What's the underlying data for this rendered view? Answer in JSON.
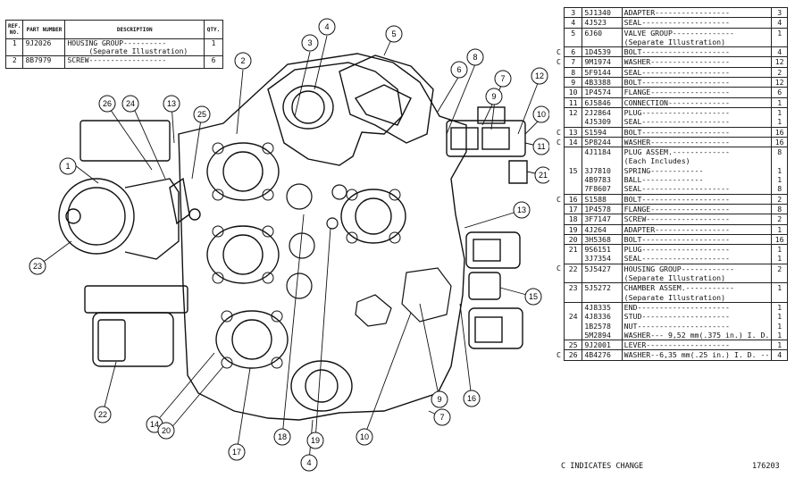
{
  "top_table": {
    "headers": [
      "REF. NO.",
      "PART NUMBER",
      "DESCRIPTION",
      "QTY."
    ],
    "rows": [
      {
        "ref": "1",
        "part": "9J2026",
        "desc": "HOUSING GROUP----------",
        "desc2": "(Separate Illustration)",
        "qty": "1"
      },
      {
        "ref": "2",
        "part": "8B7979",
        "desc": "SCREW------------------",
        "desc2": "",
        "qty": "6"
      }
    ]
  },
  "parts_list": [
    {
      "c": "",
      "ref": "3",
      "part": "5J1340",
      "desc": "ADAPTER-----------------",
      "qty": "3",
      "top": true
    },
    {
      "c": "",
      "ref": "4",
      "part": "4J523",
      "desc": "SEAL--------------------",
      "qty": "4",
      "top": true
    },
    {
      "c": "",
      "ref": "5",
      "part": "6J60",
      "desc": "VALVE GROUP--------------",
      "qty": "1",
      "top": true
    },
    {
      "c": "",
      "ref": "",
      "part": "",
      "desc": "  (Separate Illustration)",
      "qty": "",
      "top": false
    },
    {
      "c": "C",
      "ref": "6",
      "part": "1D4539",
      "desc": "BOLT--------------------",
      "qty": "4",
      "top": true
    },
    {
      "c": "C",
      "ref": "7",
      "part": "9M1974",
      "desc": "WASHER------------------",
      "qty": "12",
      "top": true
    },
    {
      "c": "",
      "ref": "8",
      "part": "5F9144",
      "desc": "SEAL--------------------",
      "qty": "2",
      "top": true
    },
    {
      "c": "",
      "ref": "9",
      "part": "4B3388",
      "desc": "BOLT--------------------",
      "qty": "12",
      "top": true
    },
    {
      "c": "",
      "ref": "10",
      "part": "1P4574",
      "desc": "FLANGE------------------",
      "qty": "6",
      "top": true
    },
    {
      "c": "",
      "ref": "11",
      "part": "6J5846",
      "desc": "CONNECTION--------------",
      "qty": "1",
      "top": true
    },
    {
      "c": "",
      "ref": "12",
      "part": "2J2864",
      "desc": "PLUG--------------------",
      "qty": "1",
      "top": true
    },
    {
      "c": "",
      "ref": "",
      "part": "4J5309",
      "desc": "SEAL--------------------",
      "qty": "1",
      "top": false
    },
    {
      "c": "C",
      "ref": "13",
      "part": "S1594",
      "desc": "BOLT--------------------",
      "qty": "16",
      "top": true
    },
    {
      "c": "C",
      "ref": "14",
      "part": "5P8244",
      "desc": "WASHER------------------",
      "qty": "16",
      "top": true
    },
    {
      "c": "",
      "ref": "",
      "part": "4J1184",
      "desc": "PLUG ASSEM.-------------",
      "qty": "8",
      "top": true
    },
    {
      "c": "",
      "ref": "",
      "part": "",
      "desc": "   (Each Includes)",
      "qty": "",
      "top": false
    },
    {
      "c": "",
      "ref": "15",
      "part": "3J7810",
      "desc": "      SPRING------------",
      "qty": "1",
      "top": false
    },
    {
      "c": "",
      "ref": "",
      "part": "4B9783",
      "desc": "      BALL--------------",
      "qty": "1",
      "top": false
    },
    {
      "c": "",
      "ref": "",
      "part": "7F8607",
      "desc": "SEAL--------------------",
      "qty": "8",
      "top": false
    },
    {
      "c": "C",
      "ref": "16",
      "part": "S1588",
      "desc": "BOLT--------------------",
      "qty": "2",
      "top": true
    },
    {
      "c": "",
      "ref": "17",
      "part": "1P4578",
      "desc": "FLANGE------------------",
      "qty": "8",
      "top": true
    },
    {
      "c": "",
      "ref": "18",
      "part": "3F7147",
      "desc": "SCREW-------------------",
      "qty": "2",
      "top": true
    },
    {
      "c": "",
      "ref": "19",
      "part": "4J264",
      "desc": "ADAPTER-----------------",
      "qty": "1",
      "top": true
    },
    {
      "c": "",
      "ref": "20",
      "part": "3H5368",
      "desc": "BOLT--------------------",
      "qty": "16",
      "top": true
    },
    {
      "c": "",
      "ref": "21",
      "part": "9S6151",
      "desc": "PLUG--------------------",
      "qty": "1",
      "top": true
    },
    {
      "c": "",
      "ref": "",
      "part": "3J7354",
      "desc": "SEAL--------------------",
      "qty": "1",
      "top": false
    },
    {
      "c": "C",
      "ref": "22",
      "part": "5J5427",
      "desc": "HOUSING GROUP------------",
      "qty": "2",
      "top": true
    },
    {
      "c": "",
      "ref": "",
      "part": "",
      "desc": "  (Separate Illustration)",
      "qty": "",
      "top": false
    },
    {
      "c": "",
      "ref": "23",
      "part": "5J5272",
      "desc": "CHAMBER ASSEM.-----------",
      "qty": "1",
      "top": true
    },
    {
      "c": "",
      "ref": "",
      "part": "",
      "desc": "  (Separate Illustration)",
      "qty": "",
      "top": false
    },
    {
      "c": "",
      "ref": "",
      "part": "4J8335",
      "desc": "END---------------------",
      "qty": "1",
      "top": true
    },
    {
      "c": "",
      "ref": "24",
      "part": "4J8336",
      "desc": "STUD--------------------",
      "qty": "1",
      "top": false
    },
    {
      "c": "",
      "ref": "",
      "part": "1B2578",
      "desc": "NUT---------------------",
      "qty": "1",
      "top": false
    },
    {
      "c": "",
      "ref": "",
      "part": "5M2894",
      "desc": "WASHER--- 9,52 mm(.375 in.) I. D.",
      "qty": "1",
      "top": false
    },
    {
      "c": "",
      "ref": "25",
      "part": "9J2001",
      "desc": "LEVER-------------------",
      "qty": "1",
      "top": true
    },
    {
      "c": "C",
      "ref": "26",
      "part": "4B4276",
      "desc": "WASHER--6,35 mm(.25 in.) I. D. --",
      "qty": "4",
      "top": true
    }
  ],
  "footer": {
    "note": "C INDICATES CHANGE",
    "code": "176203"
  },
  "callouts": [
    "1",
    "2",
    "3",
    "4",
    "5",
    "6",
    "8",
    "7",
    "9",
    "12",
    "10",
    "11",
    "21",
    "26",
    "24",
    "13",
    "25",
    "23",
    "13",
    "15",
    "22",
    "14",
    "20",
    "17",
    "18",
    "19",
    "4",
    "10",
    "9",
    "16",
    "7"
  ]
}
